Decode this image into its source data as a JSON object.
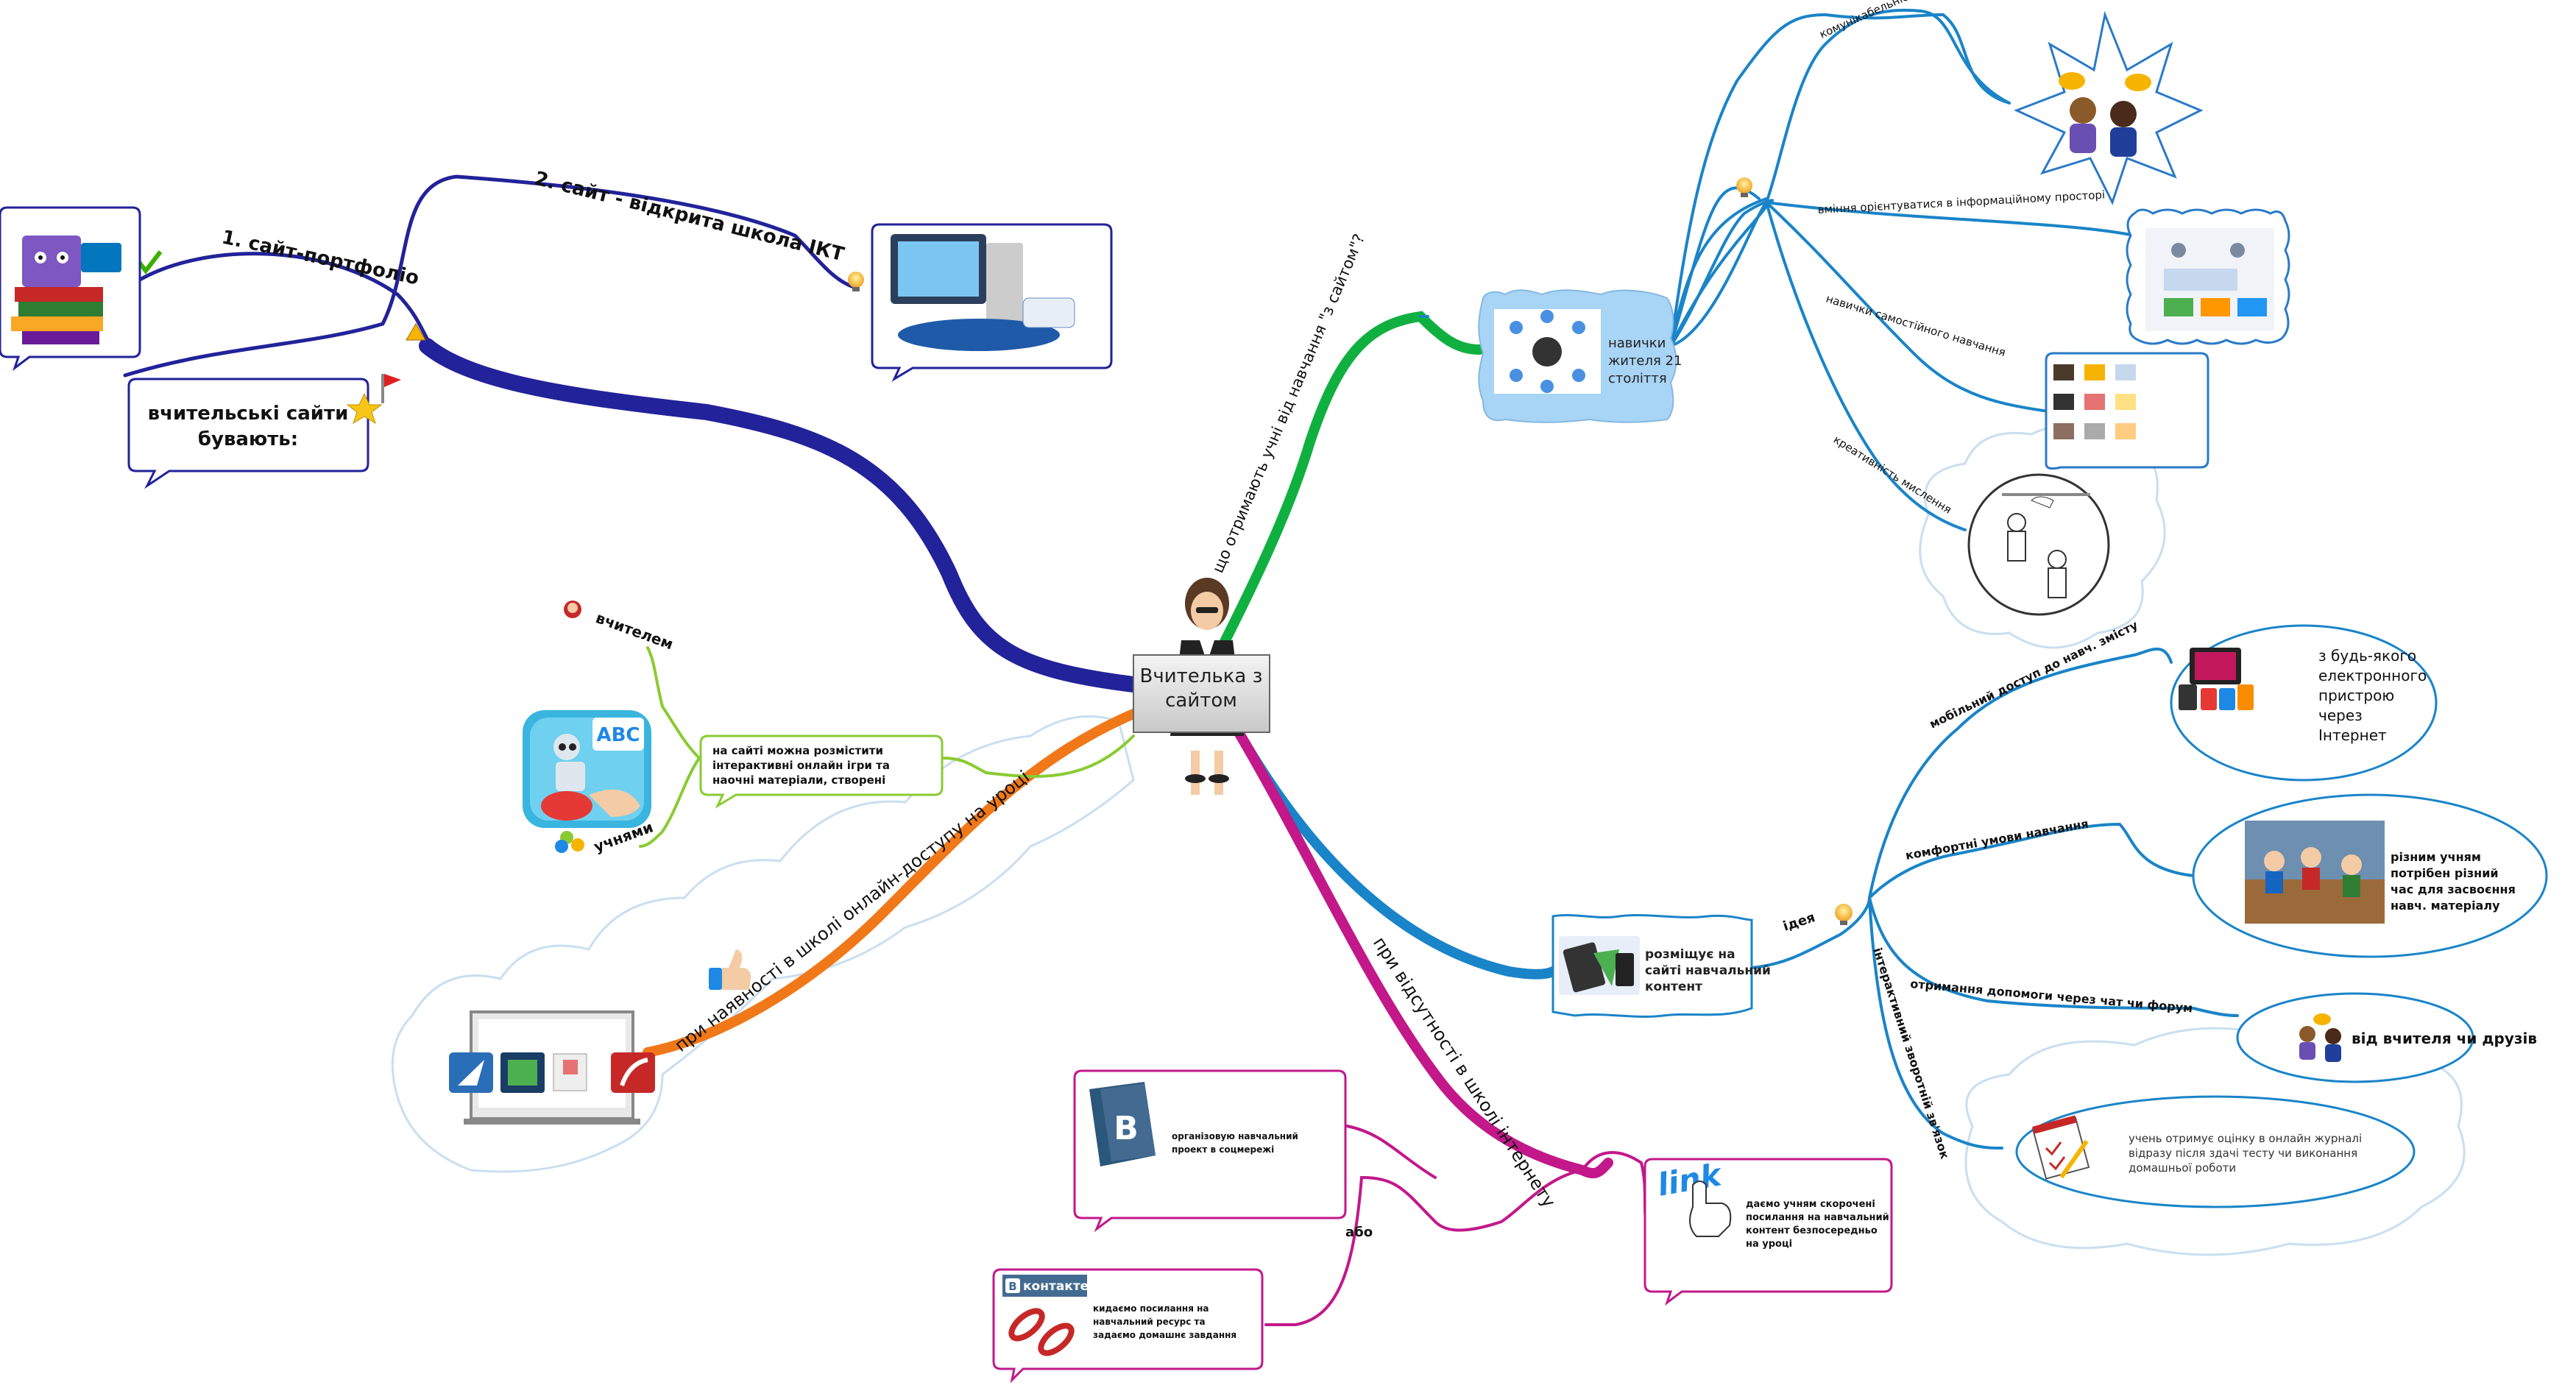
{
  "central": {
    "title_line1": "Вчителька з",
    "title_line2": "сайтом"
  },
  "branch_types": {
    "label": "вчительські сайти бувають:",
    "label_line1": "вчительські сайти",
    "label_line2": "бувають:",
    "item1": "1. сайт-портфоліо",
    "item2": "2. сайт - відкрита школа ІКТ"
  },
  "branch_results": {
    "label": "що отримають учні від навчання \"з сайтом\"?",
    "node_line1": "навички",
    "node_line2": "жителя 21",
    "node_line3": "століття",
    "skills": [
      "комунікабельність",
      "вміння орієнтуватися в інформаційному просторі",
      "навички самостійного навчання",
      "креативність мислення"
    ]
  },
  "branch_content": {
    "node_line1": "розміщує на",
    "node_line2": "сайті навчальний",
    "node_line3": "контент",
    "idea_label": "ідея",
    "sub": [
      {
        "label": "мобільний доступ до навч. змісту",
        "text": [
          "з будь-якого",
          "електронного",
          "пристрою",
          "через",
          "Інтернет"
        ]
      },
      {
        "label": "комфортні умови навчання",
        "text": [
          "різним учням",
          "потрібен різний",
          "час для засвоєння",
          "навч. матеріалу"
        ]
      },
      {
        "label": "отримання допомоги через чат чи форум",
        "text": [
          "від вчителя чи друзів"
        ]
      },
      {
        "label": "інтерактивний зворотній зв'язок",
        "text": [
          "учень отримує оцінку в онлайн журналі",
          "відразу після здачі тесту чи виконання",
          "домашньої роботи"
        ]
      }
    ]
  },
  "branch_games": {
    "text_line1": "на сайті можна розмістити",
    "text_line2": "інтерактивні онлайн ігри та",
    "text_line3": "наочні матеріали, створені",
    "by_teacher": "вчителем",
    "by_students": "учнями"
  },
  "branch_online": {
    "label": "при наявності в школі онлайн-доступу на уроці"
  },
  "branch_offline": {
    "label": "при відсутності в школі інтернету",
    "or_label": "або",
    "box1": [
      "організовую навчальний",
      "проект в соцмережі"
    ],
    "box2": [
      "кидаємо посилання на",
      "навчальний ресурс та",
      "задаємо домашнє завдання"
    ],
    "box3": [
      "даємо учням скорочені",
      "посилання на навчальний",
      "контент безпосередньо",
      "на уроці"
    ],
    "vk_logo": "контакте",
    "link_word": "link"
  },
  "colors": {
    "dark_blue": "#22229a",
    "green": "#10b040",
    "light_blue": "#1a84c8",
    "magenta": "#c2188a",
    "orange": "#f07818",
    "lime": "#8acb32"
  }
}
